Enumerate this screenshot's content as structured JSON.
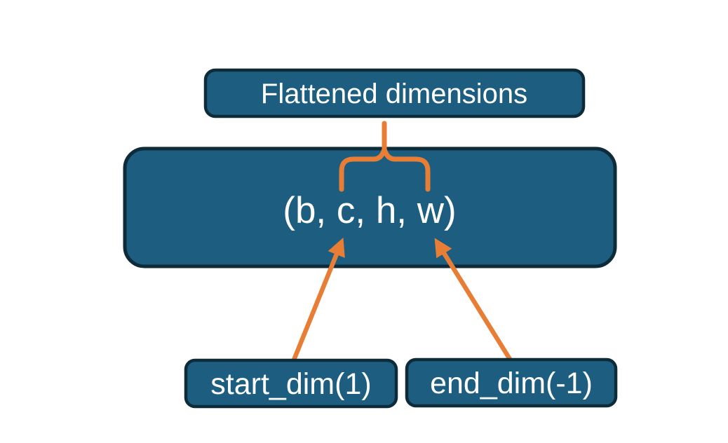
{
  "diagram": {
    "background": "#ffffff",
    "colors": {
      "box_fill": "#1d5e80",
      "box_border": "#0e2b3a",
      "connector": "#e87e35",
      "text": "#ffffff"
    },
    "nodes": {
      "flattened": {
        "label": "Flattened dimensions"
      },
      "tensor": {
        "label": "(b, c, h, w)"
      },
      "start_dim": {
        "label": "start_dim(1)"
      },
      "end_dim": {
        "label": "end_dim(-1)"
      }
    }
  }
}
